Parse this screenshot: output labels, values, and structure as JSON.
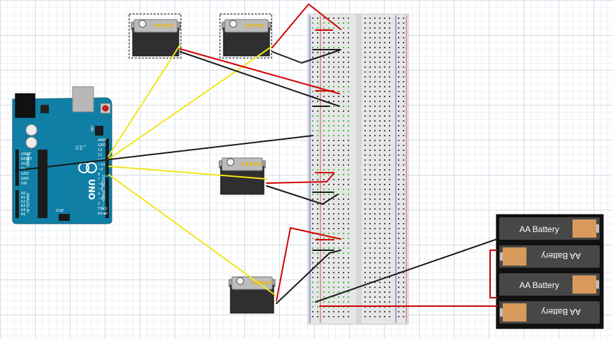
{
  "servos": [
    {
      "id": "servo-1",
      "label": "SERVO",
      "selected": true
    },
    {
      "id": "servo-2",
      "label": "SERVO",
      "selected": true
    },
    {
      "id": "servo-3",
      "label": "SERVO",
      "selected": false
    },
    {
      "id": "servo-4",
      "label": "SERVO",
      "selected": false
    }
  ],
  "arduino": {
    "model": "UNO",
    "header_labels": [
      "IOREF",
      "RESET",
      "3V3",
      "5V",
      "GND",
      "GND",
      "VIN",
      "A0",
      "A1",
      "A2",
      "A3",
      "A4",
      "A5",
      "AREF",
      "GND",
      "13",
      "12",
      "~11",
      "~10",
      "~9",
      "8",
      "7",
      "~6",
      "~5",
      "4",
      "~3",
      "2",
      "TX►1",
      "RX◄0"
    ],
    "small_labels": [
      "TX",
      "RX",
      "L",
      "ON",
      "ICSP",
      "DIGITAL (PWM= ~)",
      "ANALOG IN",
      "POWER"
    ]
  },
  "batteries": [
    {
      "id": "battery-1",
      "label": "AA Battery",
      "flipped": false
    },
    {
      "id": "battery-2",
      "label": "AA Battery",
      "flipped": true
    },
    {
      "id": "battery-3",
      "label": "AA Battery",
      "flipped": false
    },
    {
      "id": "battery-4",
      "label": "AA Battery",
      "flipped": true
    }
  ],
  "colors": {
    "wire_red": "#d40000",
    "wire_black": "#1a1a1a",
    "wire_yellow": "#f2e61a",
    "arduino_blue": "#0f7fa6",
    "servo_body": "#2f2f2f",
    "servo_label": "#f0b400",
    "breadboard": "#e6e6e6",
    "rail_red": "#d85050",
    "rail_blue": "#4f57c8",
    "battery_copper": "#d89a5a"
  }
}
